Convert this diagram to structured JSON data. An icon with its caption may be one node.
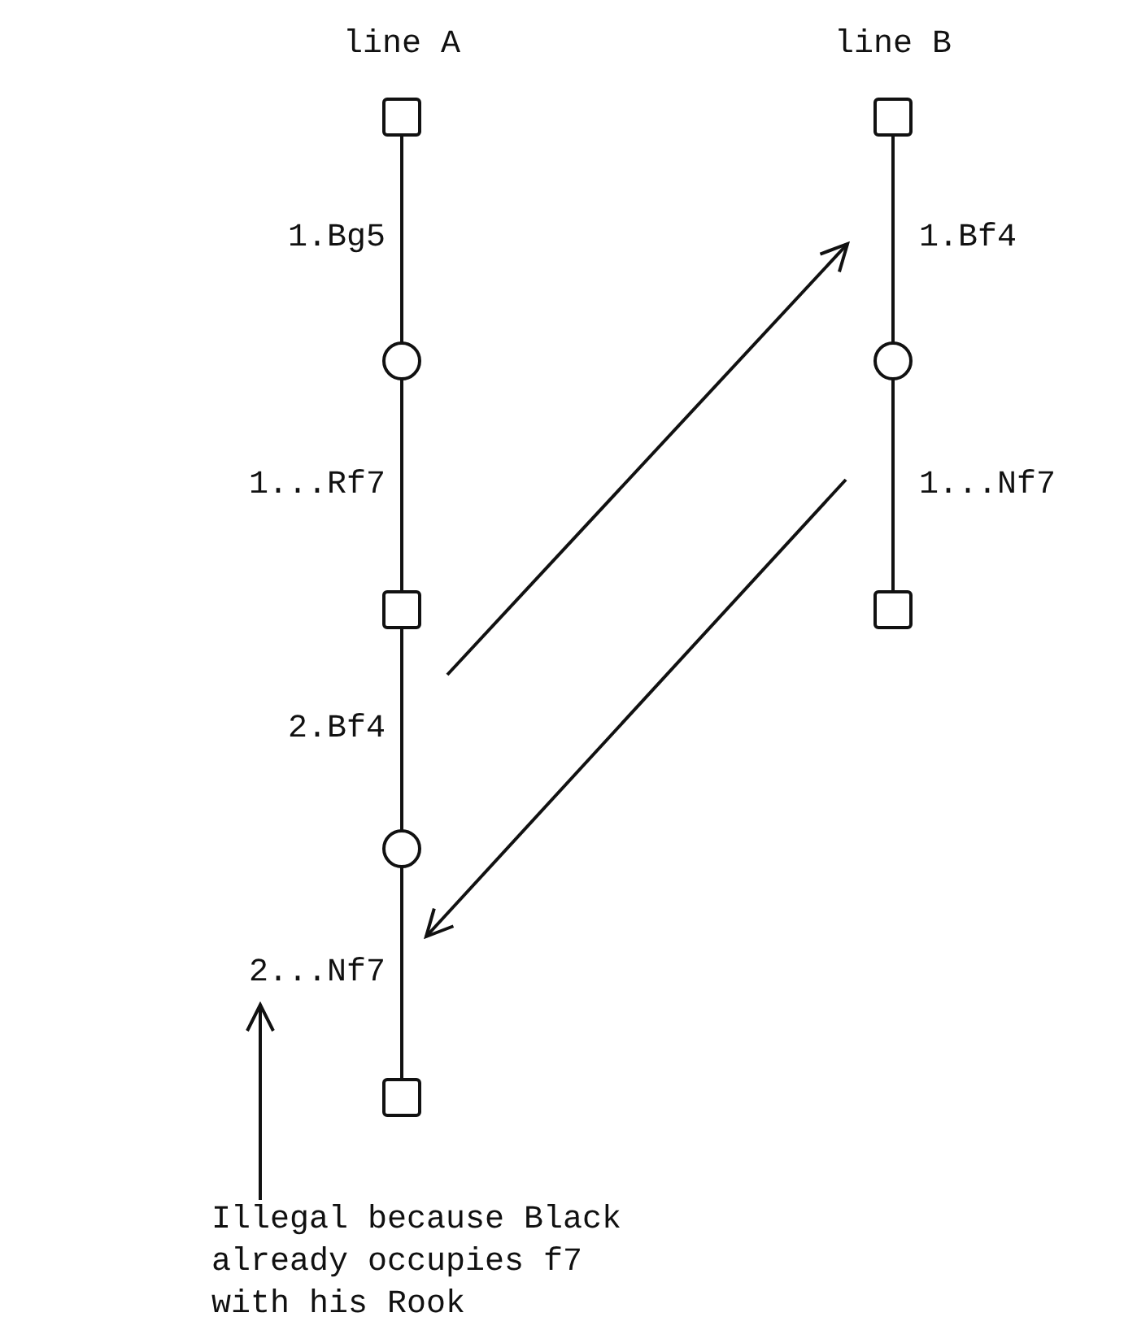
{
  "diagram": {
    "nodes": [
      {
        "text": [],
        "shape": "box"
      },
      {
        "text": [],
        "shape": "circle"
      },
      {
        "text": [],
        "shape": "box"
      },
      {
        "text": [],
        "shape": "circle"
      },
      {
        "text": [],
        "shape": "box"
      },
      {
        "text": [],
        "shape": "box"
      },
      {
        "text": [],
        "shape": "circle"
      },
      {
        "text": [],
        "shape": "box"
      },
      {
        "text": [
          "Illegal because Black already occupies f7 with his Rook"
        ]
      }
    ],
    "edges": [
      {
        "from": 0,
        "to": 1,
        "arrow": "none",
        "label": "1.Bg5"
      },
      {
        "from": 1,
        "to": 2,
        "arrow": "none",
        "label": "1...Rf7"
      },
      {
        "from": 2,
        "to": 3,
        "arrow": "none",
        "label": "2.Bf4"
      },
      {
        "from": 3,
        "to": 4,
        "arrow": "none",
        "label": "2...Nf7"
      },
      {
        "from": 5,
        "to": 6,
        "arrow": "none",
        "label": "1.Bf4"
      },
      {
        "from": 6,
        "to": 7,
        "arrow": "none",
        "label": "1...Nf7"
      },
      {
        "from": 8,
        "to": null,
        "arrow": "to"
      }
    ],
    "labels": [
      "line A",
      "line B"
    ]
  }
}
